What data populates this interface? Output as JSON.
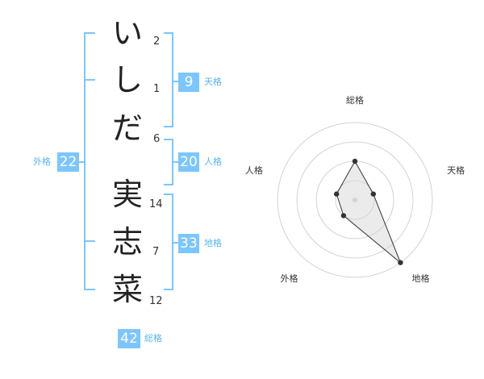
{
  "name": {
    "characters": [
      {
        "char": "い",
        "strokes": "2"
      },
      {
        "char": "し",
        "strokes": "1"
      },
      {
        "char": "だ",
        "strokes": "6"
      },
      {
        "char": "実",
        "strokes": "14"
      },
      {
        "char": "志",
        "strokes": "7"
      },
      {
        "char": "菜",
        "strokes": "12"
      }
    ]
  },
  "fortunes": {
    "tenkaku": {
      "value": "9",
      "label": "天格"
    },
    "jinkaku": {
      "value": "20",
      "label": "人格"
    },
    "chikaku": {
      "value": "33",
      "label": "地格"
    },
    "gaikaku": {
      "value": "22",
      "label": "外格"
    },
    "soukaku": {
      "value": "42",
      "label": "総格"
    }
  },
  "colors": {
    "accent": "#7cc6ff",
    "accent_text": "#59b4f0"
  },
  "chart_data": {
    "type": "radar",
    "axes": [
      "総格",
      "天格",
      "地格",
      "外格",
      "人格"
    ],
    "rings": 4,
    "values": [
      2,
      1,
      4,
      1,
      1
    ],
    "max": 4
  }
}
